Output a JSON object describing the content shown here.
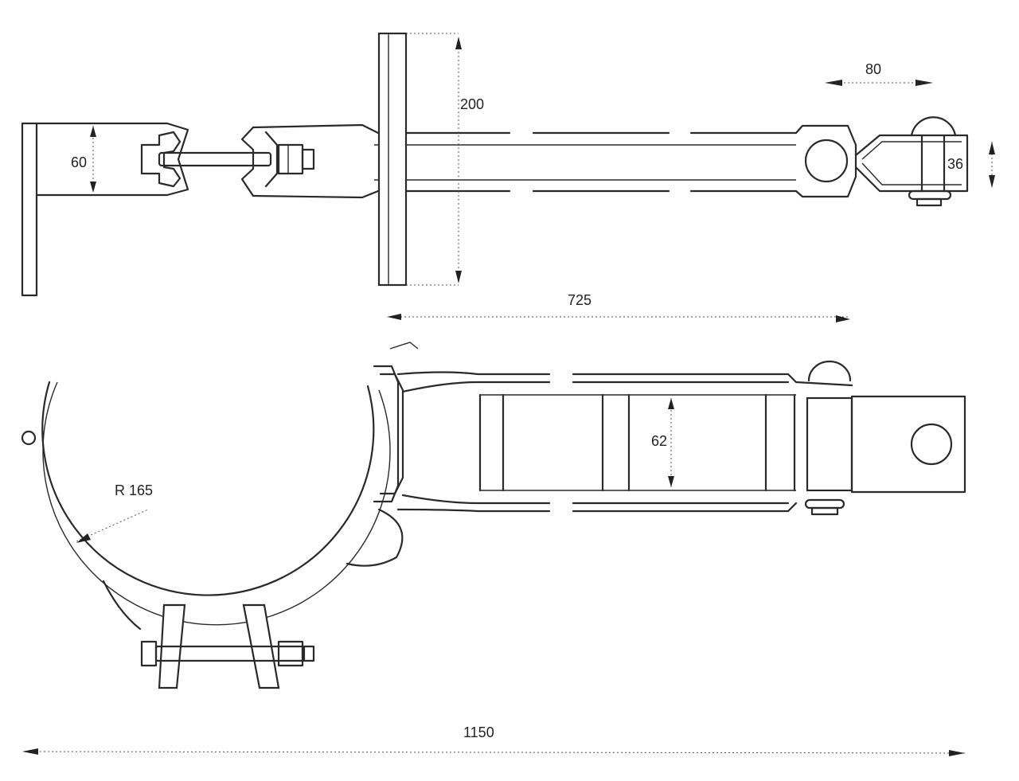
{
  "labels": {
    "dim_200": "200",
    "dim_80": "80",
    "dim_60": "60",
    "dim_36": "36",
    "dim_725": "725",
    "dim_62": "62",
    "dim_r165": "R 165",
    "dim_1150": "1150"
  }
}
